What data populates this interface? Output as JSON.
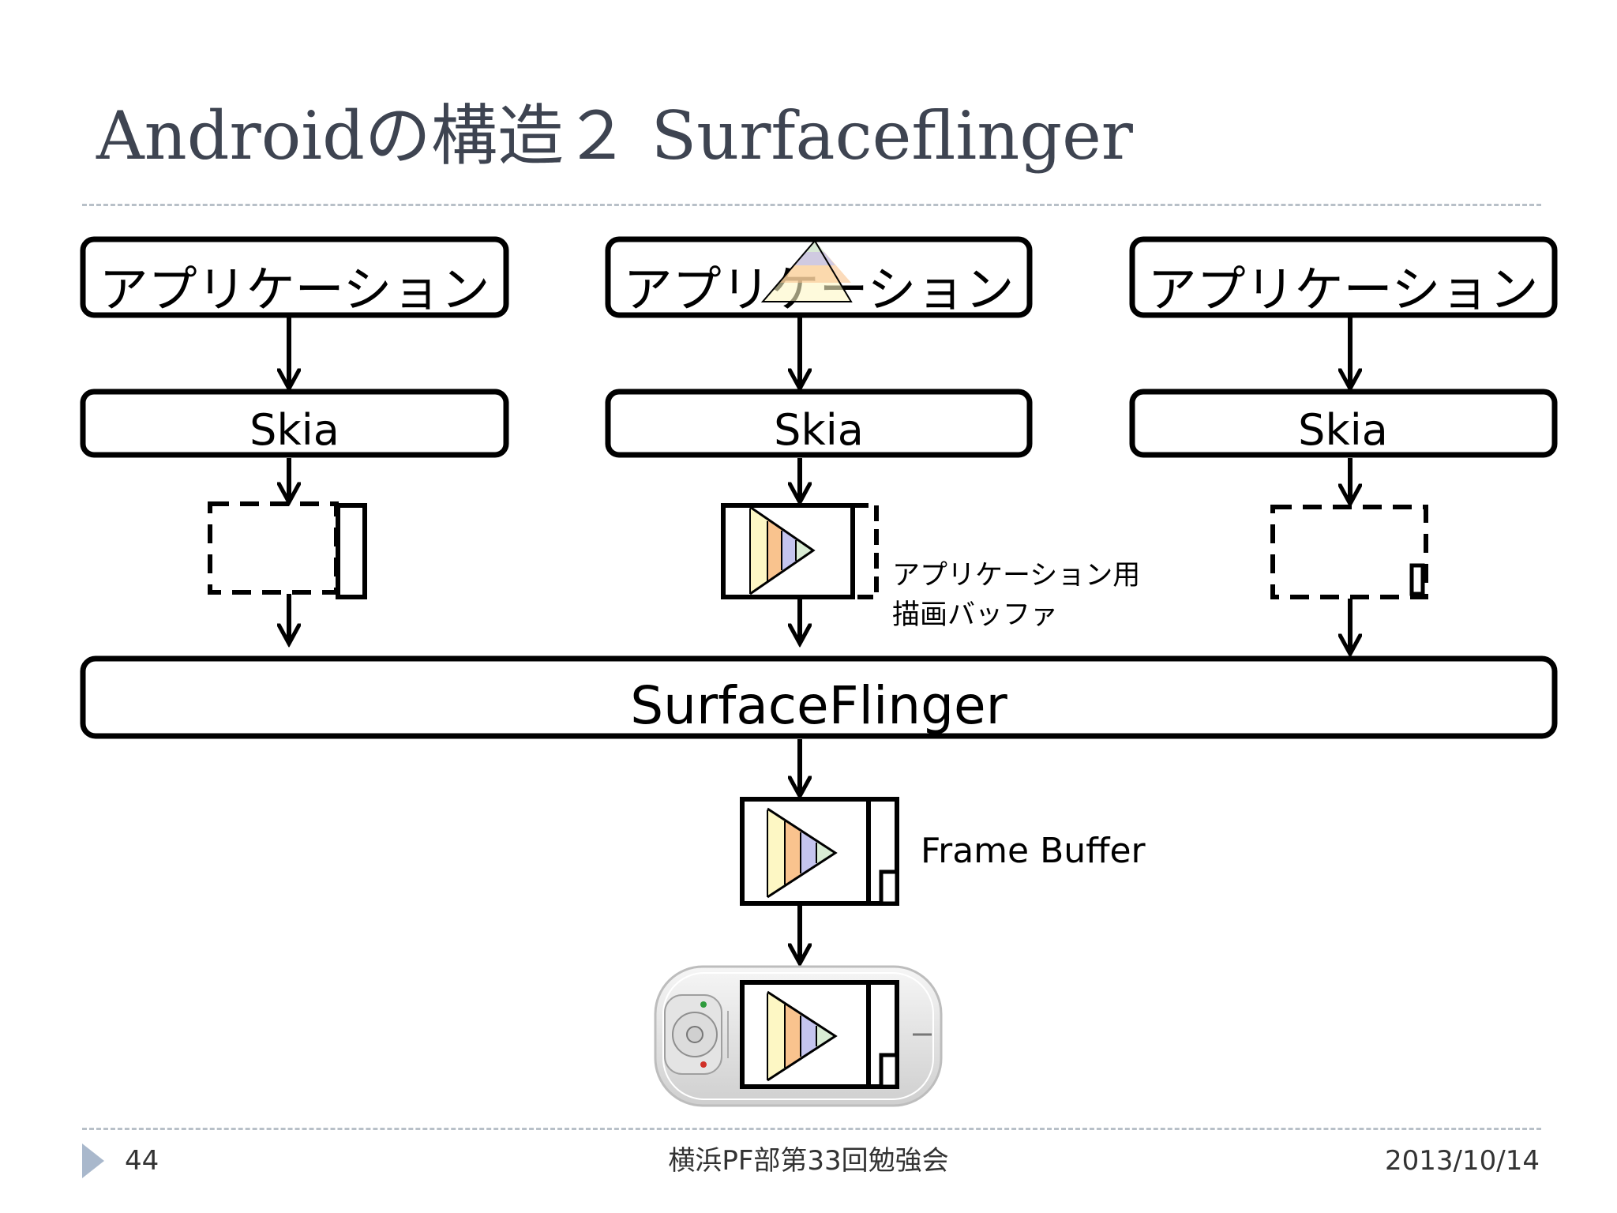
{
  "slide": {
    "title": "Androidの構造２ Surfaceflinger",
    "page_number": "44",
    "footer_center": "横浜PF部第33回勉強会",
    "footer_date": "2013/10/14"
  },
  "diagram": {
    "applications": [
      {
        "app_label": "アプリケーション",
        "skia_label": "Skia"
      },
      {
        "app_label": "アプリケーション",
        "skia_label": "Skia"
      },
      {
        "app_label": "アプリケーション",
        "skia_label": "Skia"
      }
    ],
    "buffer_caption_line1": "アプリケーション用",
    "buffer_caption_line2": "描画バッファ",
    "surfaceflinger_label": "SurfaceFlinger",
    "framebuffer_label": "Frame Buffer"
  },
  "colors": {
    "title_text": "#3e4451",
    "rule": "#b8c0c8",
    "stroke": "#000000",
    "triangle_yellow": "#fdf7c4",
    "triangle_orange": "#f9c38e",
    "triangle_lavender": "#c5c5ee",
    "triangle_mint": "#d9ecd4",
    "footer_marker": "#a9b8cc"
  },
  "icons": [
    "play-triangle-icon",
    "pyramid-icon",
    "phone-device-icon"
  ]
}
